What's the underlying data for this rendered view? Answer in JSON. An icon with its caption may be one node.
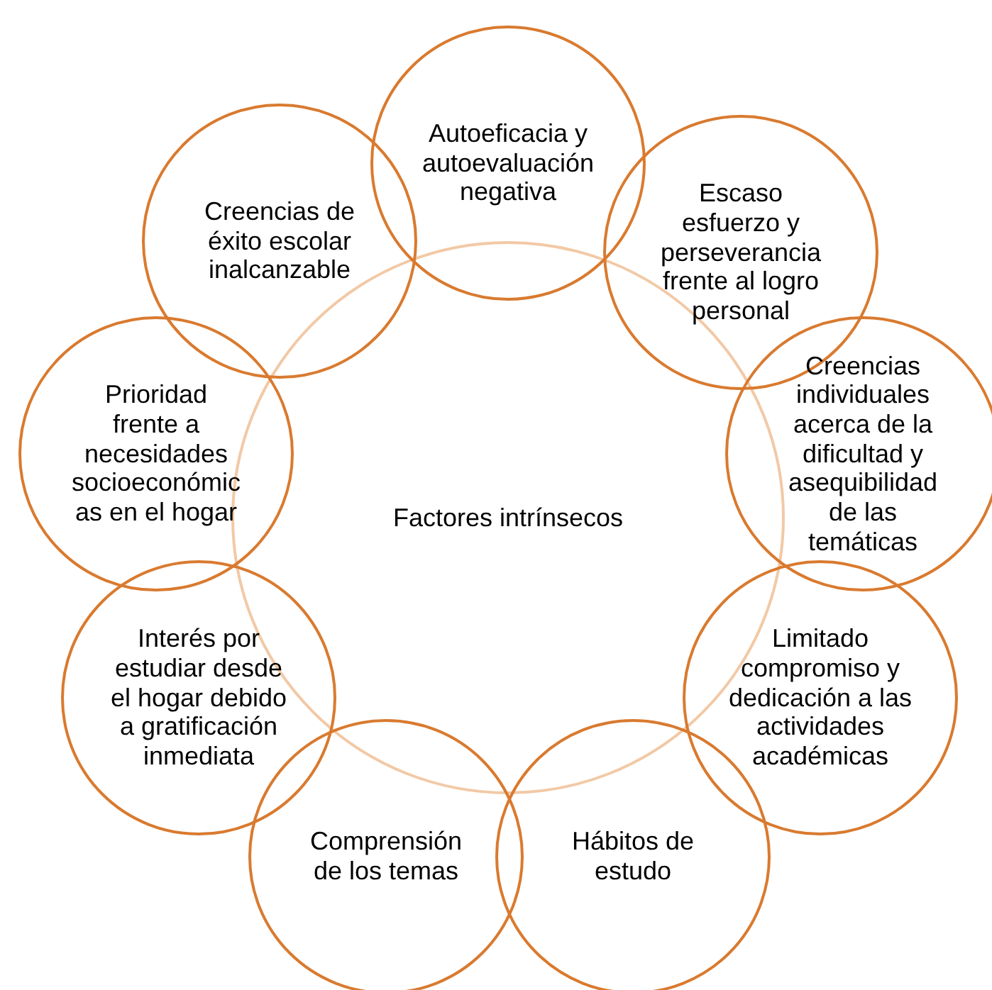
{
  "diagram": {
    "nodes": [
      {
        "text": [
          "Factores intrínsecos"
        ]
      },
      {
        "text": [
          "Autoeficacia y autoevaluación negativa"
        ]
      },
      {
        "text": [
          "Escaso esfuerzo y perseverancia frente al logro personal"
        ]
      },
      {
        "text": [
          "Creencias individuales acerca de la dificultad y asequibilidad de las temáticas"
        ]
      },
      {
        "text": [
          "Limitado compromiso y dedicación a las actividades académicas"
        ]
      },
      {
        "text": [
          "Hábitos de estudo"
        ]
      },
      {
        "text": [
          "Comprensión de los temas"
        ]
      },
      {
        "text": [
          "Interés por estudiar desde el hogar debido a gratificación inmediata"
        ]
      },
      {
        "text": [
          "Prioridad frente a necesidades socioeconómicas en el hogar"
        ]
      },
      {
        "text": [
          "Creencias de éxito escolar inalcanzable"
        ]
      }
    ]
  }
}
